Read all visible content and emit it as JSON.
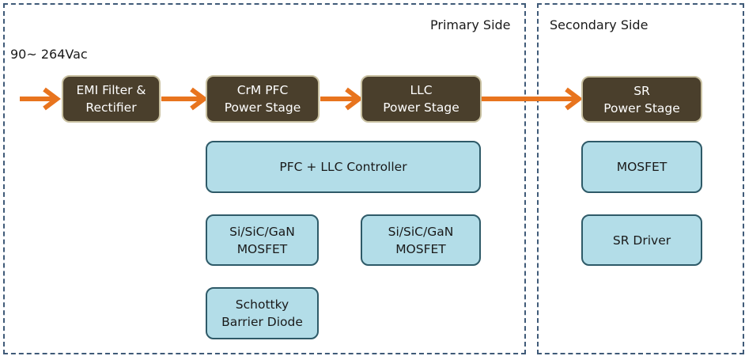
{
  "regions": {
    "primary": {
      "label": "Primary Side"
    },
    "secondary": {
      "label": "Secondary Side"
    }
  },
  "input_label": "90~ 264Vac",
  "power_chain": [
    {
      "id": "emi",
      "label": "EMI Filter &\nRectifier"
    },
    {
      "id": "pfc",
      "label": "CrM PFC\nPower Stage"
    },
    {
      "id": "llc",
      "label": "LLC\nPower Stage"
    },
    {
      "id": "sr",
      "label": "SR\nPower Stage"
    }
  ],
  "components": {
    "controller": "PFC + LLC  Controller",
    "pfc_mosfet": "Si/SiC/GaN\nMOSFET",
    "llc_mosfet": "Si/SiC/GaN\nMOSFET",
    "schottky": "Schottky\nBarrier Diode",
    "sec_mosfet": "MOSFET",
    "sr_driver": "SR Driver"
  },
  "colors": {
    "arrow": "#e8741e",
    "dark_box": "#4a3f2c",
    "light_box": "#b3dde8",
    "dashed_border": "#3f5a78"
  }
}
